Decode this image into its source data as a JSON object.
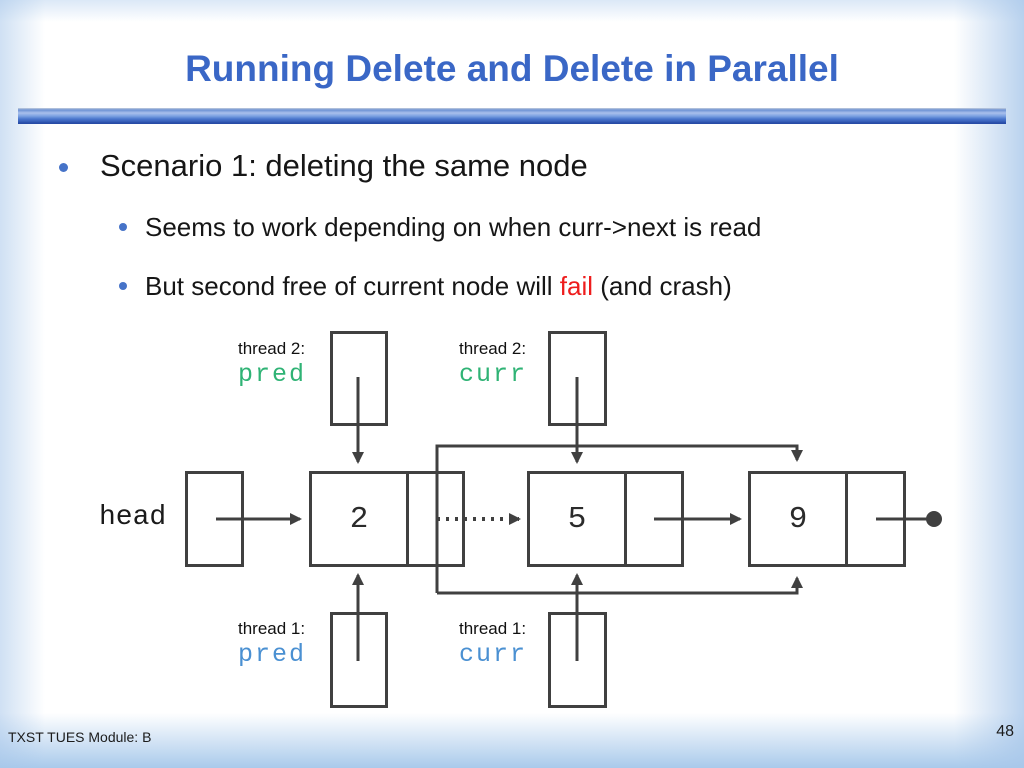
{
  "slide": {
    "title": "Running Delete and Delete in Parallel",
    "footer_left": "TXST TUES Module: B",
    "page_number": "48"
  },
  "bullets": {
    "level1": "Scenario 1: deleting the same node",
    "sub1": "Seems to work depending on when curr->next is read",
    "sub2_prefix": "But second free of current node will ",
    "sub2_highlight": "fail",
    "sub2_suffix": " (and crash)"
  },
  "diagram": {
    "head_label": "head",
    "nodes": [
      {
        "value": "2"
      },
      {
        "value": "5"
      },
      {
        "value": "9"
      }
    ],
    "pointer_labels": {
      "thread2_pred": {
        "thread": "thread 2:",
        "var": "pred"
      },
      "thread2_curr": {
        "thread": "thread 2:",
        "var": "curr"
      },
      "thread1_pred": {
        "thread": "thread 1:",
        "var": "pred"
      },
      "thread1_curr": {
        "thread": "thread 1:",
        "var": "curr"
      }
    },
    "list_end": "null-terminator-dot"
  },
  "colors": {
    "title_blue": "#3a67c6",
    "bullet_blue": "#4673c8",
    "fail_red": "#ee1c1c",
    "thread2_green": "#2fb375",
    "thread1_blue": "#4a90d2",
    "diagram_line": "#404040"
  }
}
